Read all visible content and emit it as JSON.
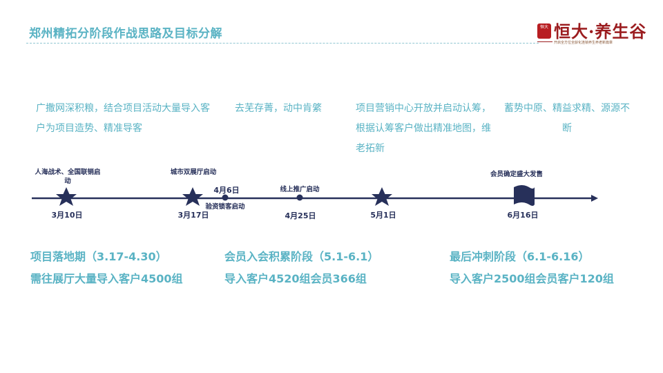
{
  "header": {
    "title": "郑州精拓分阶段作战思路及目标分解",
    "logo": {
      "seal_text": "恒大",
      "name": "恒大·养生谷",
      "tagline": "开启全方位全龄化连锁养生养老新篇章"
    }
  },
  "descriptions": [
    {
      "text": "广撒网深积粮，结合项目活动大量导入客户为项目造势、精准导客"
    },
    {
      "text": "去芜存菁，动中肯綮"
    },
    {
      "text": "项目营销中心开放并启动认筹，根据认筹客户做出精准地图，维老拓新"
    },
    {
      "text": "蓄势中原、精益求精、源源不断"
    }
  ],
  "timeline": {
    "events": [
      {
        "label": "人海战术、全国联销启动",
        "date": "3月10日",
        "marker": "star-icon"
      },
      {
        "label": "城市双展厅启动",
        "date": "3月17日",
        "marker": "star-icon"
      },
      {
        "label": "验资锁客启动",
        "date": "4月6日",
        "marker": "dot-icon"
      },
      {
        "label": "线上推广启动",
        "date": "4月25日",
        "marker": "dot-icon"
      },
      {
        "label": "",
        "date": "5月1日",
        "marker": "star-icon"
      },
      {
        "label": "会员确定盛大发售",
        "date": "6月16日",
        "marker": "flag-icon"
      }
    ]
  },
  "phases": [
    {
      "heading": "项目落地期（3.17-4.30）",
      "target": "需往展厅大量导入客户4500组"
    },
    {
      "heading": "会员入会积累阶段（5.1-6.1）",
      "target": "导入客户4520组会员366组"
    },
    {
      "heading": "最后冲刺阶段（6.1-6.16）",
      "target": "导入客户2500组会员客户120组"
    }
  ],
  "colors": {
    "accent": "#5ab3c4",
    "timeline": "#27305a",
    "brand_red": "#9b1c1f"
  }
}
